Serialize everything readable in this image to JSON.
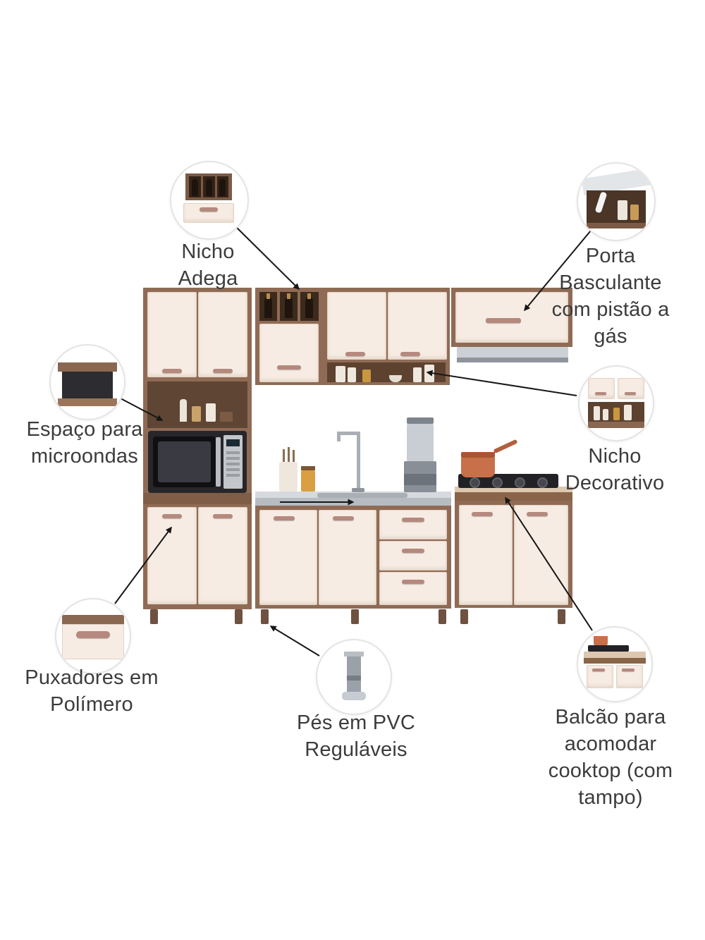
{
  "palette": {
    "wood": "#8f6b55",
    "wood_dark": "#5f4533",
    "door_cream": "#f7ece3",
    "handle_mauve": "#b5897e",
    "stainless": "#c9ced3",
    "pot_orange": "#c8704a",
    "arrow_black": "#161616",
    "text_gray": "#3c3c3c",
    "circle_border": "#e4e4e4"
  },
  "callouts": [
    {
      "id": "nicho-adega",
      "label": "Nicho\nAdega"
    },
    {
      "id": "porta-basculante",
      "label": "Porta\nBasculante\ncom pistão a\ngás"
    },
    {
      "id": "espaco-microondas",
      "label": "Espaço para\nmicroondas"
    },
    {
      "id": "nicho-decorativo",
      "label": "Nicho\nDecorativo"
    },
    {
      "id": "puxadores",
      "label": "Puxadores em\nPolímero"
    },
    {
      "id": "pes-pvc",
      "label": "Pés em PVC\nReguláveis"
    },
    {
      "id": "balcao-cooktop",
      "label": "Balcão para\nacomodar\ncooktop (com\ntampo)"
    }
  ]
}
